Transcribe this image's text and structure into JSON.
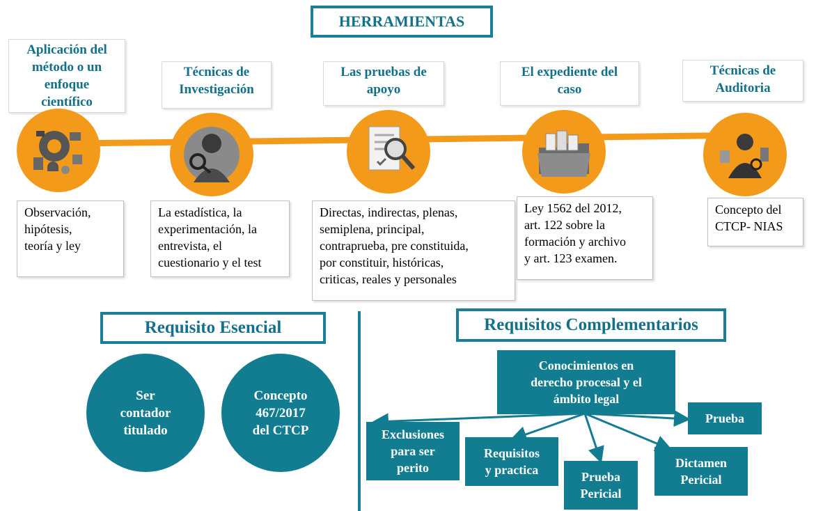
{
  "title": "HERRAMIENTAS",
  "tools": [
    {
      "label": "Aplicación del\nmétodo o un\nenfoque\ncientífico",
      "description": "Observación,\nhipótesis,\nteoría y ley",
      "icon": "science-method-icon"
    },
    {
      "label": "Técnicas de\nInvestigación",
      "description": "La estadística, la\nexperimentación, la\nentrevista, el\ncuestionario y el test",
      "icon": "investigator-magnifier-icon"
    },
    {
      "label": "Las pruebas de\napoyo",
      "description": "Directas, indirectas, plenas,\nsemiplena, principal,\ncontraprueba, pre constituida,\npor constituir, históricas,\ncriticas, reales y personales",
      "icon": "document-magnifier-icon"
    },
    {
      "label": "El expediente del\ncaso",
      "description": "Ley 1562 del 2012,\nart. 122 sobre la\nformación y archivo\ny art. 123 examen.",
      "icon": "folder-files-icon"
    },
    {
      "label": "Técnicas de\nAuditoria",
      "description": "Concepto del\nCTCP- NIAS",
      "icon": "auditor-icon"
    }
  ],
  "essential": {
    "title": "Requisito Esencial",
    "items": [
      "Ser\ncontador\ntitulado",
      "Concepto\n467/2017\ndel CTCP"
    ]
  },
  "complementary": {
    "title": "Requisitos Complementarios",
    "root": "Conocimientos en\nderecho procesal y el\námbito legal",
    "children": [
      "Exclusiones\npara ser\nperito",
      "Requisitos\ny practica",
      "Prueba\nPericial",
      "Dictamen\nPericial",
      "Prueba"
    ]
  },
  "colors": {
    "accent_orange": "#f49a1a",
    "accent_teal": "#127c91",
    "title_teal": "#15718a"
  }
}
